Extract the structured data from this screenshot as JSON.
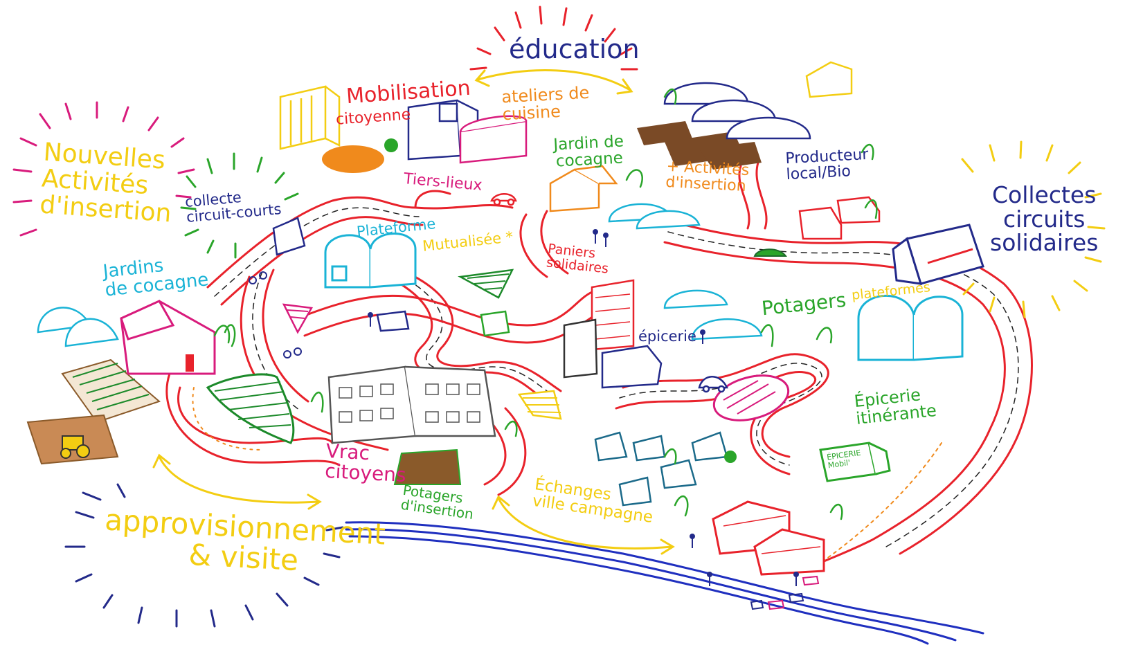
{
  "colors": {
    "road": "#e8222b",
    "road_dash": "#222222",
    "river": "#1f2fbf",
    "yellow_text": "#f3cd12",
    "orange_text": "#f08a1c",
    "red_text": "#e8222b",
    "magenta_text": "#d81b7c",
    "green_text": "#2aa52a",
    "cyan_text": "#1ab3d6",
    "navy_text": "#232a8a",
    "purple": "#b01c8a"
  },
  "labels": {
    "nouvelles": "Nouvelles\nActivités\nd'insertion",
    "education": "éducation",
    "mobilisation_1": "Mobilisation",
    "mobilisation_2": "citoyenne",
    "ateliers": "ateliers de\ncuisine",
    "tiers_lieux": "Tiers-lieux",
    "jardin_cocagne_center": "Jardin de\ncocagne",
    "activites_insertion": "+ Activités\nd'insertion",
    "producteur": "Producteur\nlocal/Bio",
    "collecte_circuits_courts": "collecte\ncircuit-courts",
    "plateforme": "Plateforme",
    "mutualisee": "Mutualisée *",
    "paniers": "Paniers\nsolidaires",
    "collectes_solidaires": "Collectes\ncircuits\nsolidaires",
    "jardins_cocagne_left": "Jardins\nde cocagne",
    "potagers": "Potagers",
    "plateformes": "plateformes",
    "epicerie": "épicerie",
    "epicerie_itinerante": "Épicerie\nitinérante",
    "epicerie_mobil_sign": "ÉPICERIE\nMobil'",
    "vrac_citoyens": "Vrac\ncitoyens",
    "potagers_insertion": "Potagers\nd'insertion",
    "echanges": "Échanges\nville campagne",
    "approvisionnement": "approvisionnement\n& visite"
  },
  "icons": [
    "sunburst-icon",
    "house-icon",
    "greenhouse-icon",
    "warehouse-icon",
    "truck-icon",
    "car-icon",
    "tractor-icon",
    "bicycle-icon",
    "tree-icon",
    "field-icon",
    "river-icon",
    "person-icon",
    "building-icon",
    "farm-icon",
    "van-icon"
  ]
}
